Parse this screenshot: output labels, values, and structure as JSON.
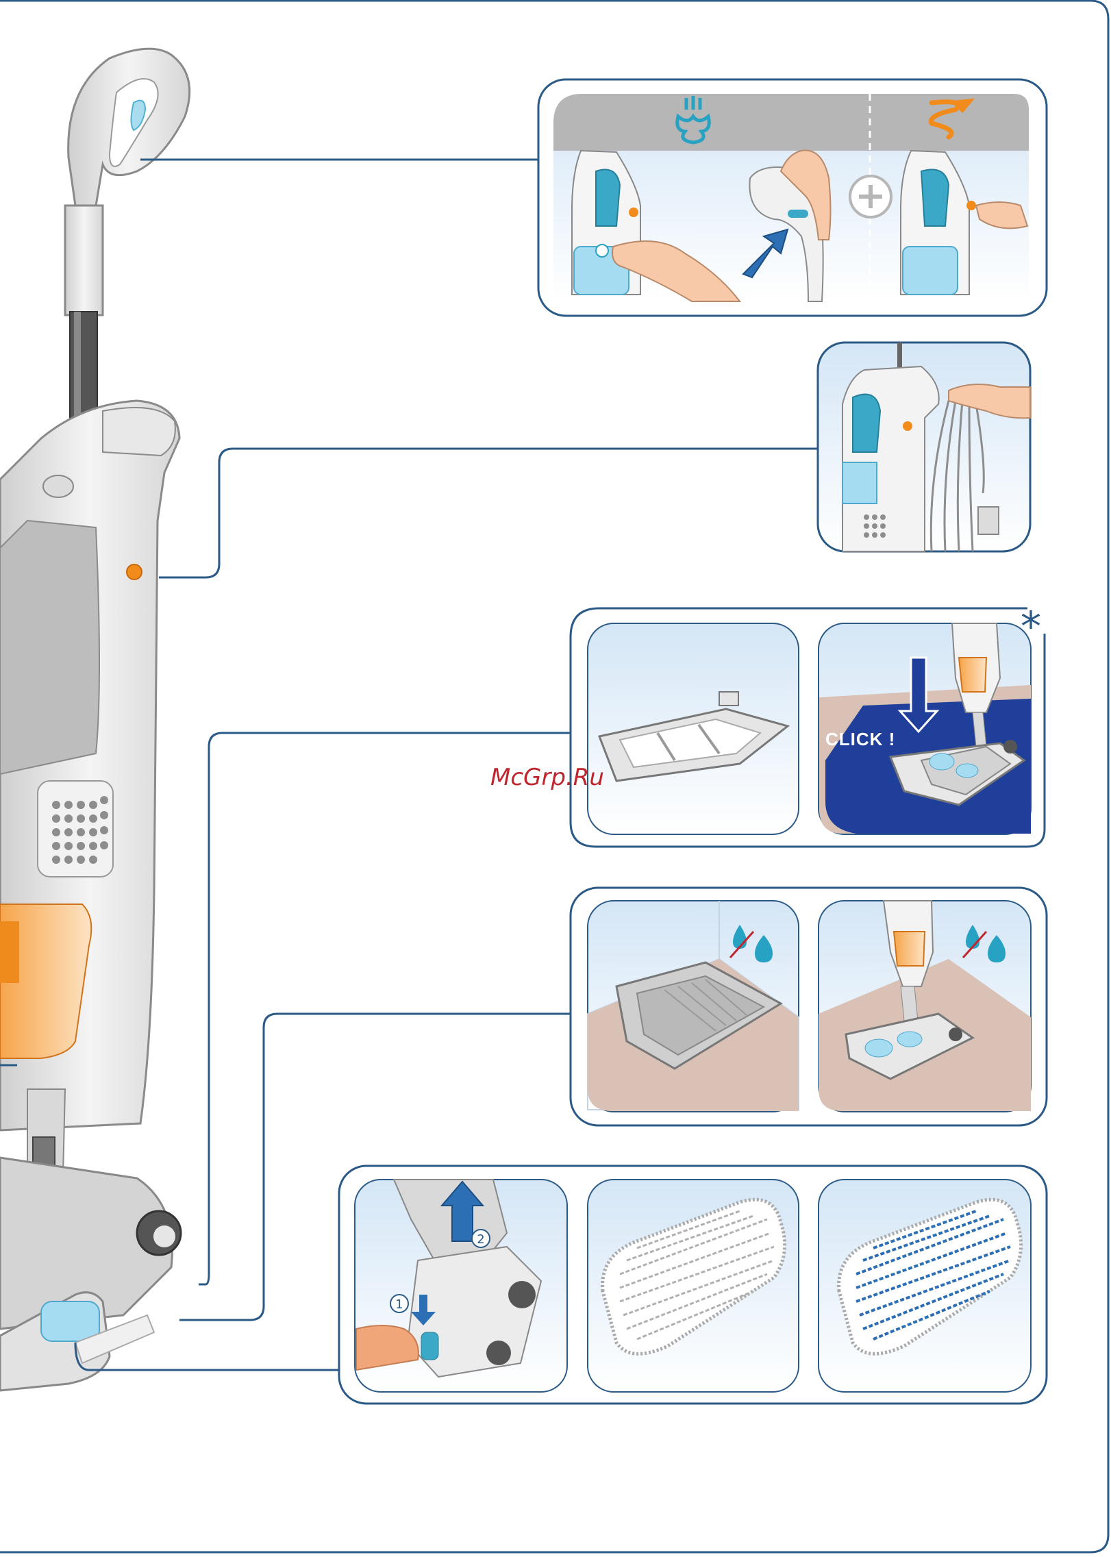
{
  "watermark": "McGrp.Ru",
  "panels": {
    "steam_setting": {
      "steam_icon": "steam-icon",
      "spiral_icon": "spiral-icon",
      "plus_icon": "plus-icon"
    },
    "cord_storage": {
      "hand_icon": "hand-icon"
    },
    "pad_holder": {
      "asterisk": "*",
      "click_label": "CLICK !"
    },
    "parking_tray": {
      "drops_icon": "water-drops-crossed-icon"
    },
    "pads": {
      "step1": "1",
      "step2": "2"
    }
  },
  "colors": {
    "frame": "#2b5a86",
    "teal": "#27a2c2",
    "orange": "#f08b1c",
    "navy_floor": "#1f3f9a",
    "header_gray": "#b6b6b6"
  }
}
